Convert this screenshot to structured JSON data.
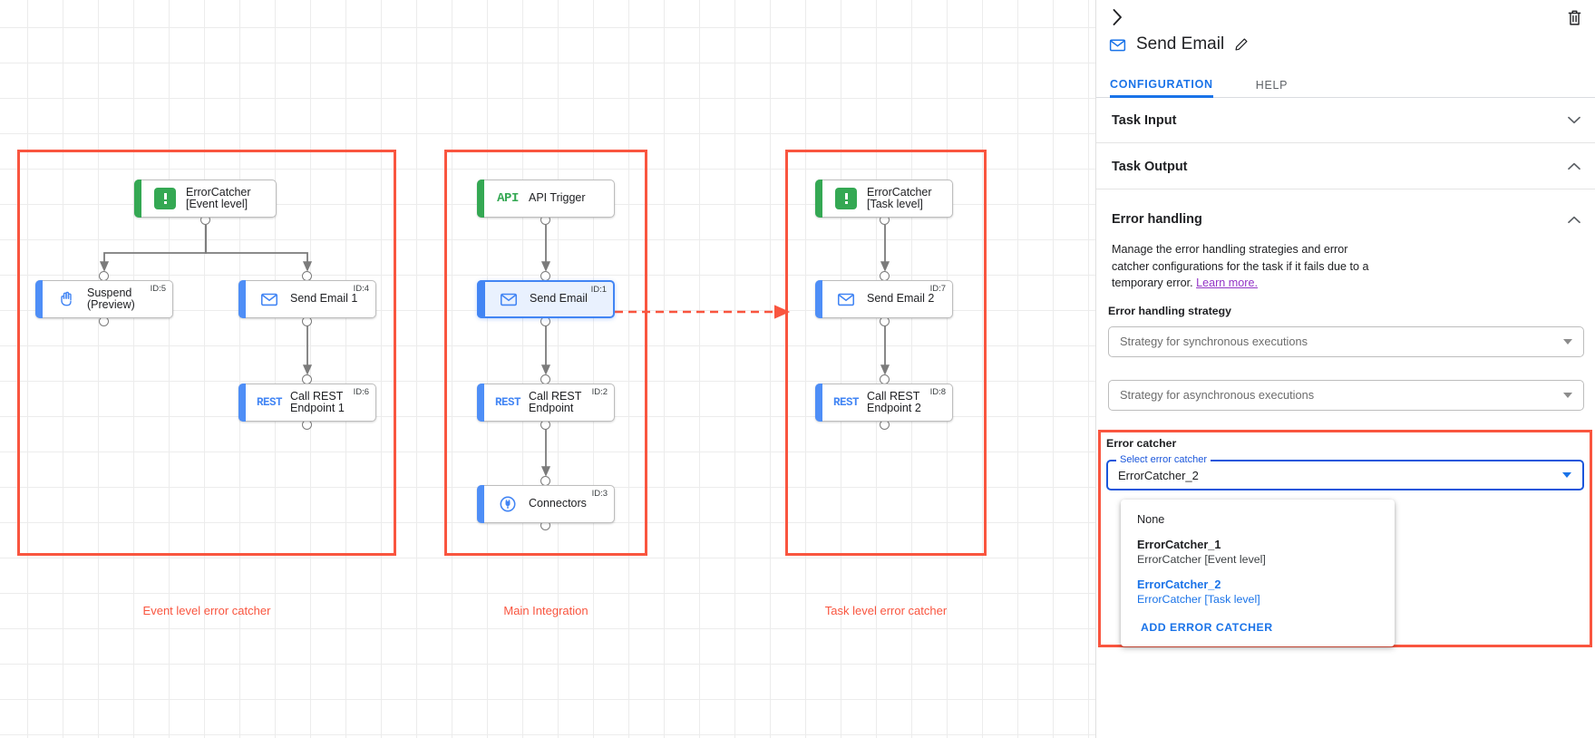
{
  "canvas": {
    "groups": [
      {
        "caption": "Event level error catcher"
      },
      {
        "caption": "Main Integration"
      },
      {
        "caption": "Task level error catcher"
      }
    ],
    "nodes": {
      "error_catcher_event": {
        "label": "ErrorCatcher\n[Event level]",
        "id": "",
        "icon": "error-catcher-icon"
      },
      "suspend": {
        "label": "Suspend\n(Preview)",
        "id": "ID:5",
        "icon": "hand-icon"
      },
      "send_email_1": {
        "label": "Send Email 1",
        "id": "ID:4",
        "icon": "envelope-icon"
      },
      "call_rest_1": {
        "label": "Call REST\nEndpoint 1",
        "id": "ID:6",
        "icon": "rest-icon"
      },
      "api_trigger": {
        "label": "API Trigger",
        "id": "",
        "icon": "api-icon"
      },
      "send_email": {
        "label": "Send Email",
        "id": "ID:1",
        "icon": "envelope-icon"
      },
      "call_rest": {
        "label": "Call REST\nEndpoint",
        "id": "ID:2",
        "icon": "rest-icon"
      },
      "connectors": {
        "label": "Connectors",
        "id": "ID:3",
        "icon": "connectors-icon"
      },
      "error_catcher_task": {
        "label": "ErrorCatcher\n[Task level]",
        "id": "",
        "icon": "error-catcher-icon"
      },
      "send_email_2": {
        "label": "Send Email 2",
        "id": "ID:7",
        "icon": "envelope-icon"
      },
      "call_rest_2": {
        "label": "Call REST\nEndpoint 2",
        "id": "ID:8",
        "icon": "rest-icon"
      }
    },
    "colors": {
      "group_border": "#f9553f",
      "trigger_accent": "#34a853",
      "task_accent": "#4e8ef7",
      "selected_border": "#4285f4"
    }
  },
  "panel": {
    "task_title": "Send Email",
    "tabs": [
      {
        "label": "CONFIGURATION",
        "active": true
      },
      {
        "label": "HELP",
        "active": false
      }
    ],
    "sections": [
      {
        "label": "Task Input",
        "expanded": false
      },
      {
        "label": "Task Output",
        "expanded": true
      },
      {
        "label": "Error handling",
        "expanded": true
      }
    ],
    "error_handling": {
      "description": "Manage the error handling strategies and error catcher configurations for the task if it fails due to a temporary error.",
      "learn_more": "Learn more.",
      "strategy_title": "Error handling strategy",
      "sync_placeholder": "Strategy for synchronous executions",
      "async_placeholder": "Strategy for asynchronous executions"
    },
    "error_catcher": {
      "section_title": "Error catcher",
      "field_label": "Select error catcher",
      "value": "ErrorCatcher_2",
      "options": [
        {
          "primary": "None",
          "secondary": "",
          "selected": false
        },
        {
          "primary": "ErrorCatcher_1",
          "secondary": "ErrorCatcher [Event level]",
          "selected": false
        },
        {
          "primary": "ErrorCatcher_2",
          "secondary": "ErrorCatcher [Task level]",
          "selected": true
        }
      ],
      "add_action": "ADD ERROR CATCHER"
    }
  }
}
